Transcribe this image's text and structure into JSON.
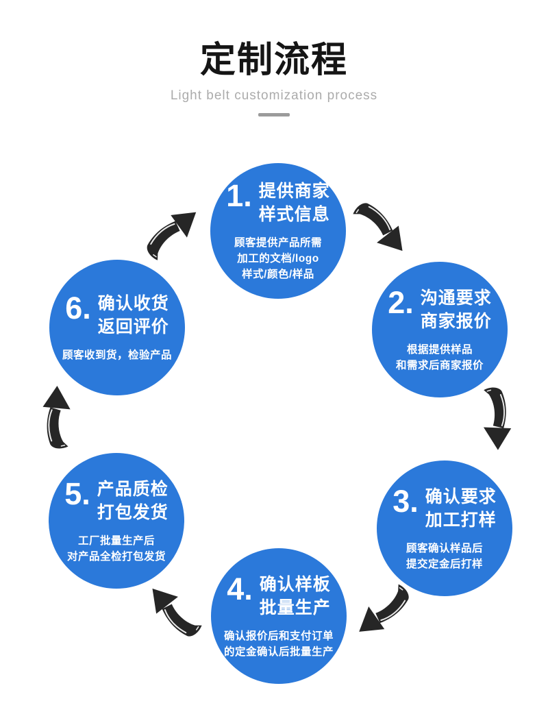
{
  "header": {
    "title": "定制流程",
    "subtitle": "Light belt customization process"
  },
  "colors": {
    "circle_blue": "#2b79da",
    "arrow_black": "#262626",
    "title_black": "#151515",
    "subtitle_gray": "#ababab",
    "divider_gray": "#9b9b9b",
    "text_white": "#ffffff"
  },
  "steps": [
    {
      "number": "1.",
      "title_lines": [
        "提供商家",
        "样式信息"
      ],
      "desc_lines": [
        "顾客提供产品所需",
        "加工的文档/logo",
        "样式/颜色/样品"
      ]
    },
    {
      "number": "2.",
      "title_lines": [
        "沟通要求",
        "商家报价"
      ],
      "desc_lines": [
        "根据提供样品",
        "和需求后商家报价"
      ]
    },
    {
      "number": "3.",
      "title_lines": [
        "确认要求",
        "加工打样"
      ],
      "desc_lines": [
        "顾客确认样品后",
        "提交定金后打样"
      ]
    },
    {
      "number": "4.",
      "title_lines": [
        "确认样板",
        "批量生产"
      ],
      "desc_lines": [
        "确认报价后和支付订单",
        "的定金确认后批量生产"
      ]
    },
    {
      "number": "5.",
      "title_lines": [
        "产品质检",
        "打包发货"
      ],
      "desc_lines": [
        "工厂批量生产后",
        "对产品全检打包发货"
      ]
    },
    {
      "number": "6.",
      "title_lines": [
        "确认收货",
        "返回评价"
      ],
      "desc_lines": [
        "顾客收到货，检验产品"
      ]
    }
  ],
  "arrows": [
    {
      "name": "curved-arrow-step1-to-step2"
    },
    {
      "name": "curved-arrow-step2-to-step3"
    },
    {
      "name": "curved-arrow-step3-to-step4"
    },
    {
      "name": "curved-arrow-step4-to-step5"
    },
    {
      "name": "curved-arrow-step5-to-step6"
    },
    {
      "name": "curved-arrow-step6-to-step1"
    }
  ]
}
